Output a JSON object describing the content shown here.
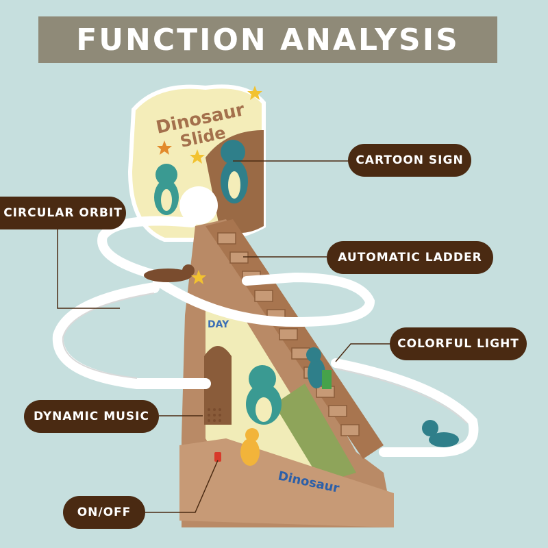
{
  "banner": {
    "title": "FUNCTION ANALYSIS"
  },
  "callouts": {
    "cartoon_sign": "CARTOON SIGN",
    "circular_orbit": "CIRCULAR ORBIT",
    "automatic_ladder": "AUTOMATIC LADDER",
    "colorful_light": "COLORFUL LIGHT",
    "dynamic_music": "DYNAMIC MUSIC",
    "on_off": "ON/OFF"
  },
  "toy": {
    "sign_line1": "Dinosaur",
    "sign_line2": "Slide",
    "base_label": "Dinosaur",
    "panel_label": "DAY"
  },
  "colors": {
    "background": "#c6dfde",
    "banner": "#8f8a78",
    "pill": "#4a2a12",
    "toy_brown": "#b98a66",
    "track": "#ffffff",
    "dino_teal": "#3a9a92"
  }
}
